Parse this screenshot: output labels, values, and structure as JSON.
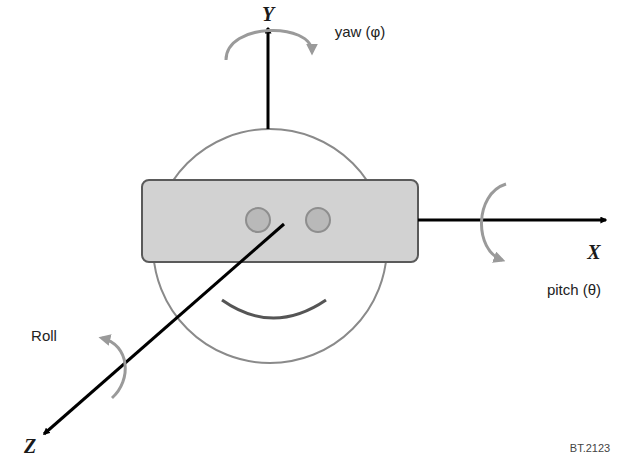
{
  "diagram": {
    "labels": [
      "Y",
      "yaw (φ)",
      "X",
      "pitch (θ)",
      "Roll",
      "Z",
      "BT.2123"
    ]
  }
}
